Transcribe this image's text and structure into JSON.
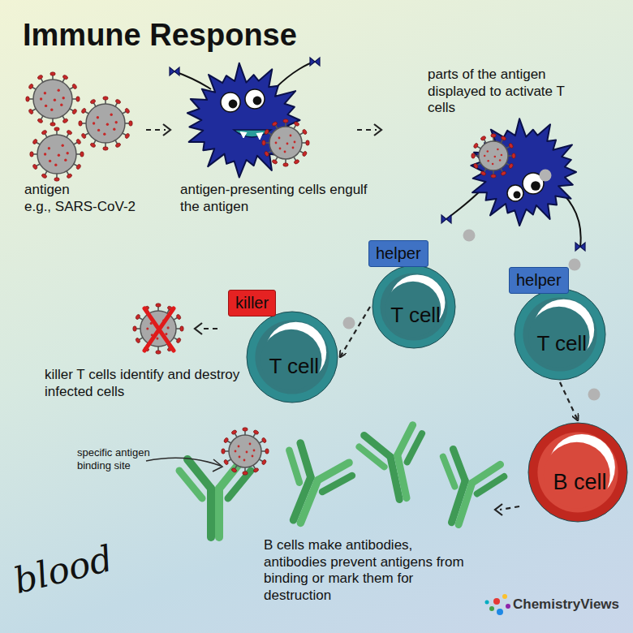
{
  "diagram": {
    "title": "Immune Response",
    "nodes": [
      {
        "text": [
          "helper",
          "T cell"
        ]
      },
      {
        "text": [
          "helper",
          "T cell"
        ]
      },
      {
        "text": [
          "killer",
          "T cell"
        ]
      },
      {
        "text": [
          "B cell"
        ]
      }
    ],
    "edges": [
      {
        "from": 0,
        "to": 2,
        "arrow": "to"
      },
      {
        "from": 1,
        "to": 3,
        "arrow": "to"
      }
    ],
    "labels": [
      "antigen",
      "e.g., SARS-CoV-2",
      "antigen-presenting cells engulf the antigen",
      "parts of the antigen displayed to activate T cells",
      "killer T cells identify and destroy infected cells",
      "specific antigen binding site",
      "B cells make antibodies, antibodies prevent antigens from binding or mark them for destruction",
      "blood",
      "ChemistryViews"
    ]
  }
}
